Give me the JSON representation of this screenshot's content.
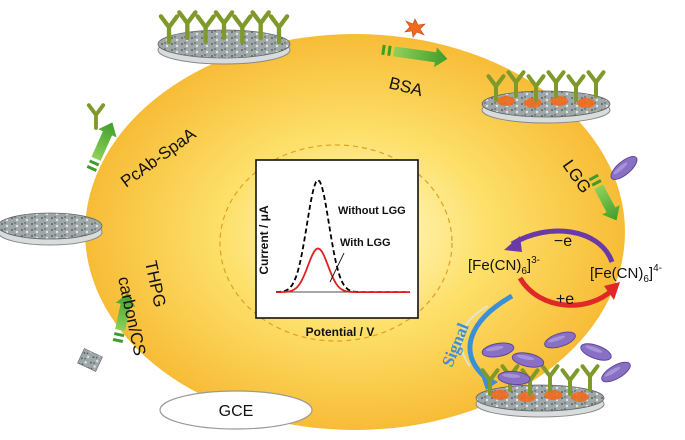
{
  "steps": {
    "gce": "GCE",
    "modifier_line1": "THPG",
    "modifier_line2": "carbon/CS",
    "antibody": "PcAb-SpaA",
    "blocker": "BSA",
    "analyte": "LGG",
    "signal": "Signal"
  },
  "redox": {
    "ox_base": "[Fe(CN)",
    "ox_sub": "6",
    "ox_close": "]",
    "ox_sup": "3-",
    "red_base": "[Fe(CN)",
    "red_sub": "6",
    "red_close": "]",
    "red_sup": "4-",
    "lose": "−e",
    "gain": "+e"
  },
  "inset": {
    "ylabel": "Current / μA",
    "xlabel": "Potential / V",
    "without_label": "Without LGG",
    "with_label": "With LGG"
  },
  "colors": {
    "ellipse_fill": "#f8c23a",
    "ellipse_center": "#fff6a8",
    "antibody": "#7f9a2a",
    "bsa": "#f06a1e",
    "bacteria": "#8a70c4",
    "arrow_green": "#5fb93a",
    "curve_without": "#000000",
    "curve_with": "#e02020",
    "arc_purple": "#6a3aa8",
    "arc_red": "#e02828",
    "signal_blue": "#3a8fd8"
  },
  "chart_data": {
    "type": "line",
    "title": "",
    "xlabel": "Potential / V",
    "ylabel": "Current / μA",
    "series": [
      {
        "name": "Without LGG",
        "style": "dashed",
        "color": "#000000",
        "peak_relative": 1.0,
        "baseline_relative": 0.05
      },
      {
        "name": "With LGG",
        "style": "solid",
        "color": "#e02020",
        "peak_relative": 0.42,
        "baseline_relative": 0.05
      }
    ]
  }
}
